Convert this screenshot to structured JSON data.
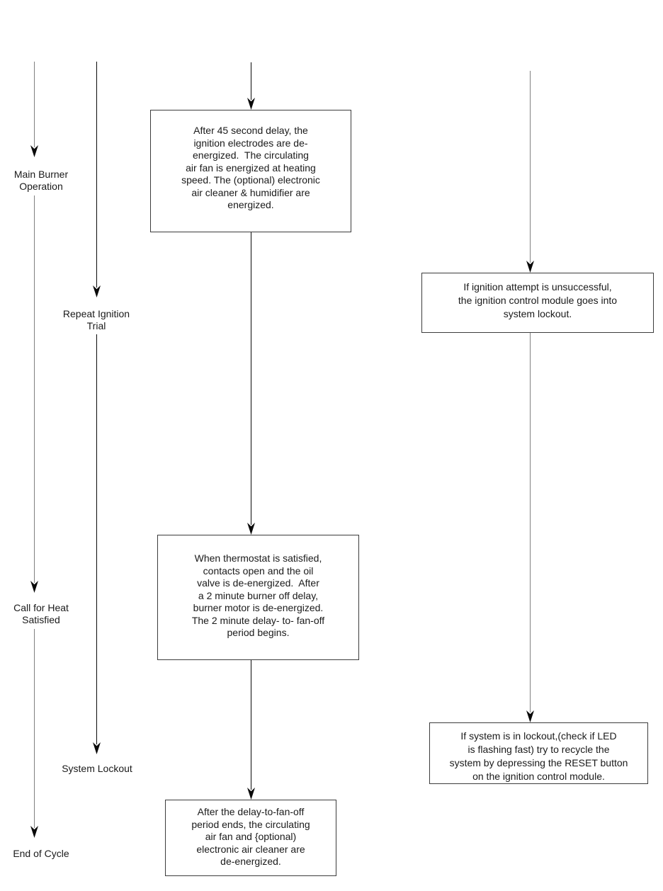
{
  "flowchart": {
    "left_rail": {
      "main_burner_operation": "Main Burner\nOperation",
      "repeat_ignition_trial": "Repeat Ignition\nTrial",
      "call_for_heat_satisfied": "Call for Heat\nSatisfied",
      "system_lockout": "System Lockout",
      "end_of_cycle": "End of Cycle"
    },
    "boxes": {
      "after_45_second_delay": "After 45 second delay, the\nignition electrodes are de-\nenergized.  The circulating\nair fan is energized at heating\nspeed. The (optional) electronic\nair cleaner & humidifier are\nenergized.",
      "thermostat_satisfied": "When thermostat is satisfied,\ncontacts open and the oil\nvalve is de-energized.  After\na 2 minute burner off delay,\nburner motor is de-energized.\nThe 2 minute delay- to- fan-off\nperiod begins.",
      "delay_to_fan_off_ends": "After the delay-to-fan-off\nperiod ends, the circulating\nair fan and {optional)\nelectronic air cleaner are\nde-energized.",
      "ignition_unsuccessful": "If ignition attempt is unsuccessful,\nthe ignition control module goes into\nsystem lockout.",
      "system_in_lockout": "If system is in lockout,(check if LED\nis flashing fast) try to recycle the\nsystem by depressing the RESET button\non the ignition control module."
    },
    "colors": {
      "line_gray": "#808080",
      "line_black": "#0a0a0a",
      "box_border": "#3c3c3c",
      "text": "#1a1a1a",
      "background": "#ffffff"
    }
  }
}
